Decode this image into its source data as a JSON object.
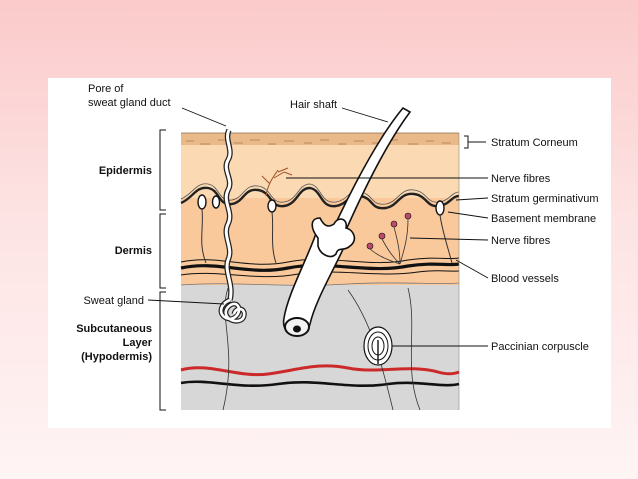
{
  "diagram": {
    "labels": {
      "pore": [
        "Pore of",
        "sweat gland duct"
      ],
      "hair_shaft": "Hair shaft",
      "stratum_corneum": "Stratum Corneum",
      "nerve_fibres_top": "Nerve fibres",
      "stratum_germinativum": "Stratum germinativum",
      "basement_membrane": "Basement membrane",
      "nerve_fibres_bottom": "Nerve fibres",
      "blood_vessels": "Blood vessels",
      "sweat_gland": "Sweat gland",
      "paccinian_corpuscle": "Paccinian corpuscle"
    },
    "layers": {
      "epidermis": "Epidermis",
      "dermis": "Dermis",
      "subcutaneous": [
        "Subcutaneous",
        "Layer",
        "(Hypodermis)"
      ]
    },
    "colors": {
      "background_top": "#fbcaca",
      "panel": "#ffffff",
      "stratum_corneum": "#e9b98a",
      "epidermis": "#fbd9b2",
      "dermis": "#f9c89b",
      "hypodermis": "#d7d7d7",
      "blood_vessel": "#cc2a2a",
      "ink": "#111111"
    }
  }
}
